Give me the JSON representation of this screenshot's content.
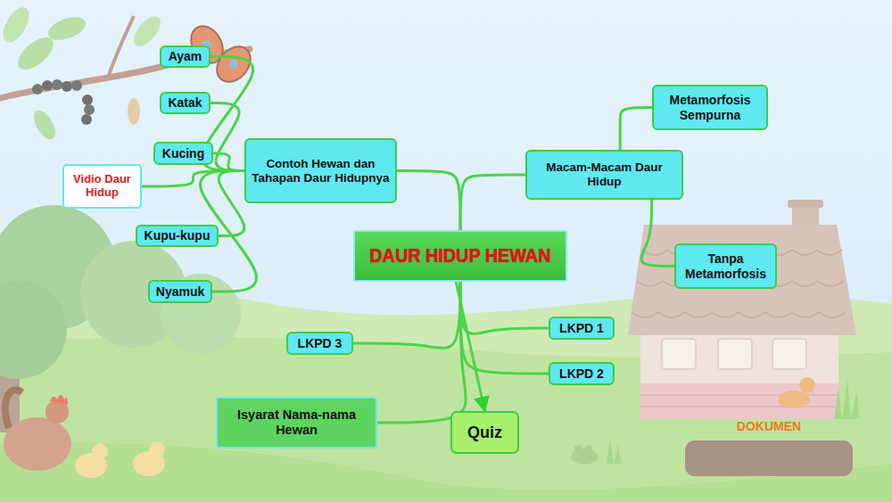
{
  "diagram": {
    "nodes": [
      {
        "text": [
          "DAUR HIDUP HEWAN"
        ]
      },
      {
        "text": [
          "Contoh Hewan dan Tahapan Daur Hidupnya"
        ]
      },
      {
        "text": [
          "Ayam"
        ]
      },
      {
        "text": [
          "Katak"
        ]
      },
      {
        "text": [
          "Kucing"
        ]
      },
      {
        "text": [
          "Vidio Daur Hidup"
        ]
      },
      {
        "text": [
          "Kupu-kupu"
        ]
      },
      {
        "text": [
          "Nyamuk"
        ]
      },
      {
        "text": [
          "Macam-Macam Daur Hidup"
        ]
      },
      {
        "text": [
          "Metamorfosis Sempurna"
        ]
      },
      {
        "text": [
          "Tanpa Metamorfosis"
        ]
      },
      {
        "text": [
          "LKPD 1"
        ]
      },
      {
        "text": [
          "LKPD 2"
        ]
      },
      {
        "text": [
          "LKPD 3"
        ]
      },
      {
        "text": [
          "Isyarat Nama-nama Hewan"
        ]
      },
      {
        "text": [
          "Quiz"
        ]
      },
      {
        "text": [
          "DOKUMEN"
        ]
      }
    ],
    "edges": [
      {
        "from": 0,
        "to": 1,
        "arrow": "none"
      },
      {
        "from": 1,
        "to": 2,
        "arrow": "none"
      },
      {
        "from": 1,
        "to": 3,
        "arrow": "none"
      },
      {
        "from": 1,
        "to": 4,
        "arrow": "none"
      },
      {
        "from": 1,
        "to": 5,
        "arrow": "none"
      },
      {
        "from": 1,
        "to": 6,
        "arrow": "none"
      },
      {
        "from": 1,
        "to": 7,
        "arrow": "none"
      },
      {
        "from": 0,
        "to": 8,
        "arrow": "none"
      },
      {
        "from": 8,
        "to": 9,
        "arrow": "none"
      },
      {
        "from": 8,
        "to": 10,
        "arrow": "none"
      },
      {
        "from": 0,
        "to": 11,
        "arrow": "none"
      },
      {
        "from": 0,
        "to": 12,
        "arrow": "none"
      },
      {
        "from": 0,
        "to": 13,
        "arrow": "none"
      },
      {
        "from": 0,
        "to": 14,
        "arrow": "none"
      },
      {
        "from": 0,
        "to": 15,
        "arrow": "to"
      }
    ]
  }
}
